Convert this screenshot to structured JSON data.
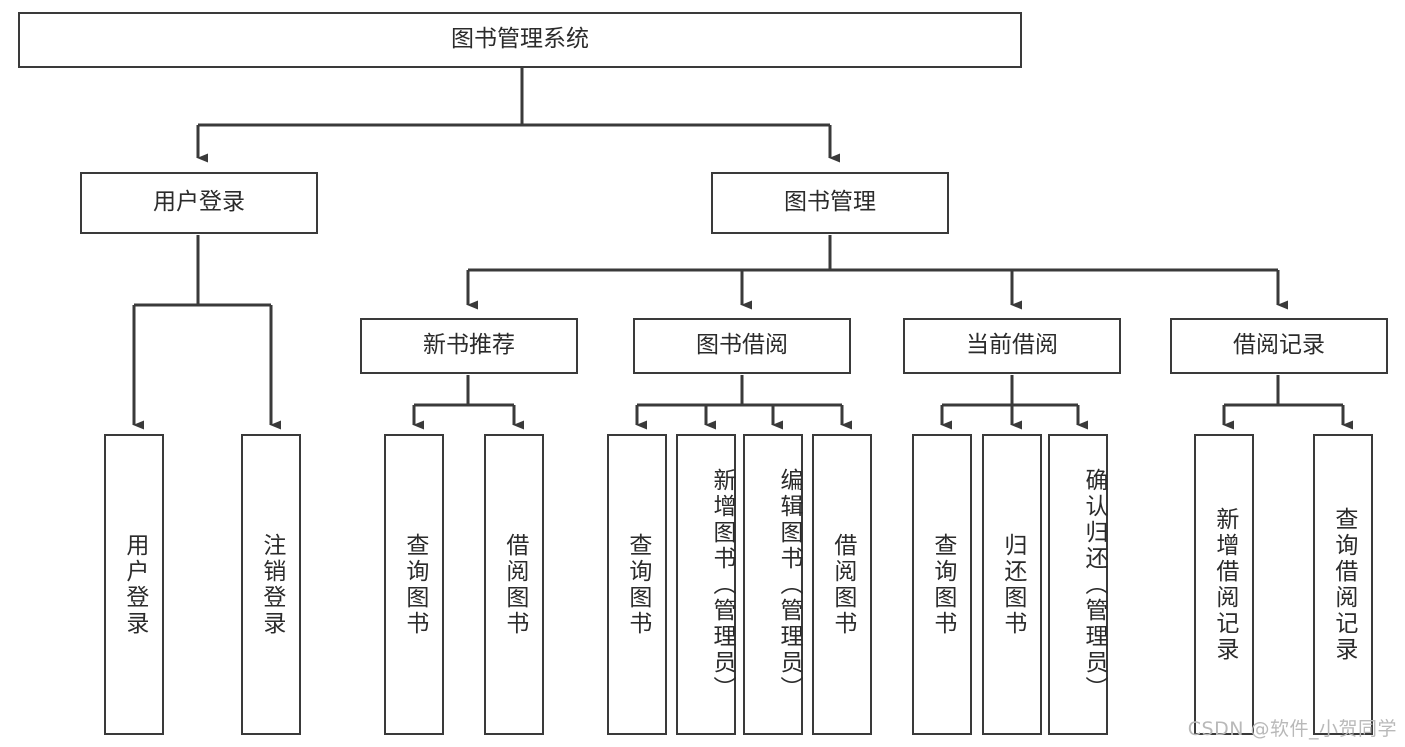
{
  "diagram": {
    "title": "图书管理系统",
    "type": "tree-hierarchy",
    "root": {
      "label": "图书管理系统"
    },
    "level1": [
      {
        "label": "用户登录"
      },
      {
        "label": "图书管理"
      }
    ],
    "level2": [
      {
        "label": "新书推荐",
        "parent": "图书管理"
      },
      {
        "label": "图书借阅",
        "parent": "图书管理"
      },
      {
        "label": "当前借阅",
        "parent": "图书管理"
      },
      {
        "label": "借阅记录",
        "parent": "图书管理"
      }
    ],
    "leaves_user_login": [
      {
        "label": "用户登录"
      },
      {
        "label": "注销登录"
      }
    ],
    "leaves_new_book": [
      {
        "label": "查询图书"
      },
      {
        "label": "借阅图书"
      }
    ],
    "leaves_borrow": [
      {
        "label": "查询图书"
      },
      {
        "label": "新增图书（管理员）"
      },
      {
        "label": "编辑图书（管理员）"
      },
      {
        "label": "借阅图书"
      }
    ],
    "leaves_current": [
      {
        "label": "查询图书"
      },
      {
        "label": "归还图书"
      },
      {
        "label": "确认归还（管理员）"
      }
    ],
    "leaves_record": [
      {
        "label": "新增借阅记录"
      },
      {
        "label": "查询借阅记录"
      }
    ]
  },
  "watermark": {
    "text": "CSDN @软件_小贺同学"
  },
  "colors": {
    "stroke": "#3a3a3a",
    "text": "#2b2b2b",
    "background": "#ffffff",
    "watermark": "#b9b9b9"
  }
}
